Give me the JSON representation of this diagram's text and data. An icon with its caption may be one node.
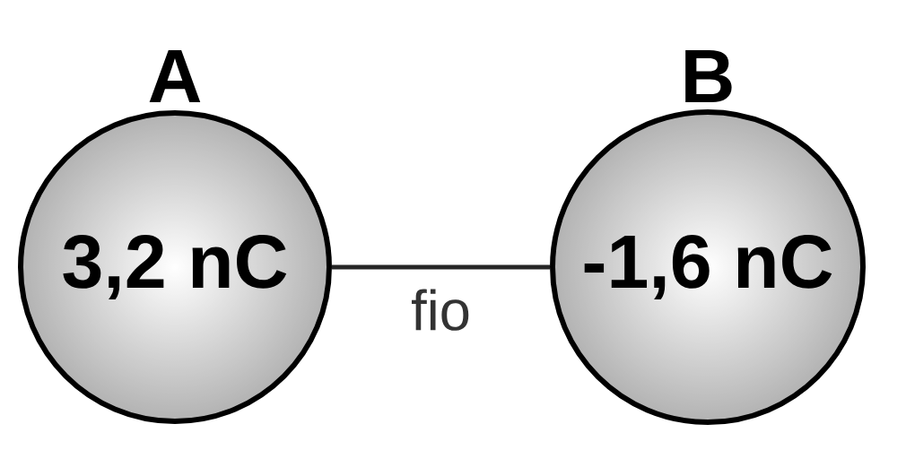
{
  "diagram": {
    "nodes": [
      {
        "text": [
          "A",
          "3,2 nC"
        ]
      },
      {
        "text": [
          "B",
          "-1,6 nC"
        ]
      }
    ],
    "edges": [
      {
        "from": 0,
        "to": 1,
        "arrow": "none",
        "label": "fio"
      }
    ]
  }
}
